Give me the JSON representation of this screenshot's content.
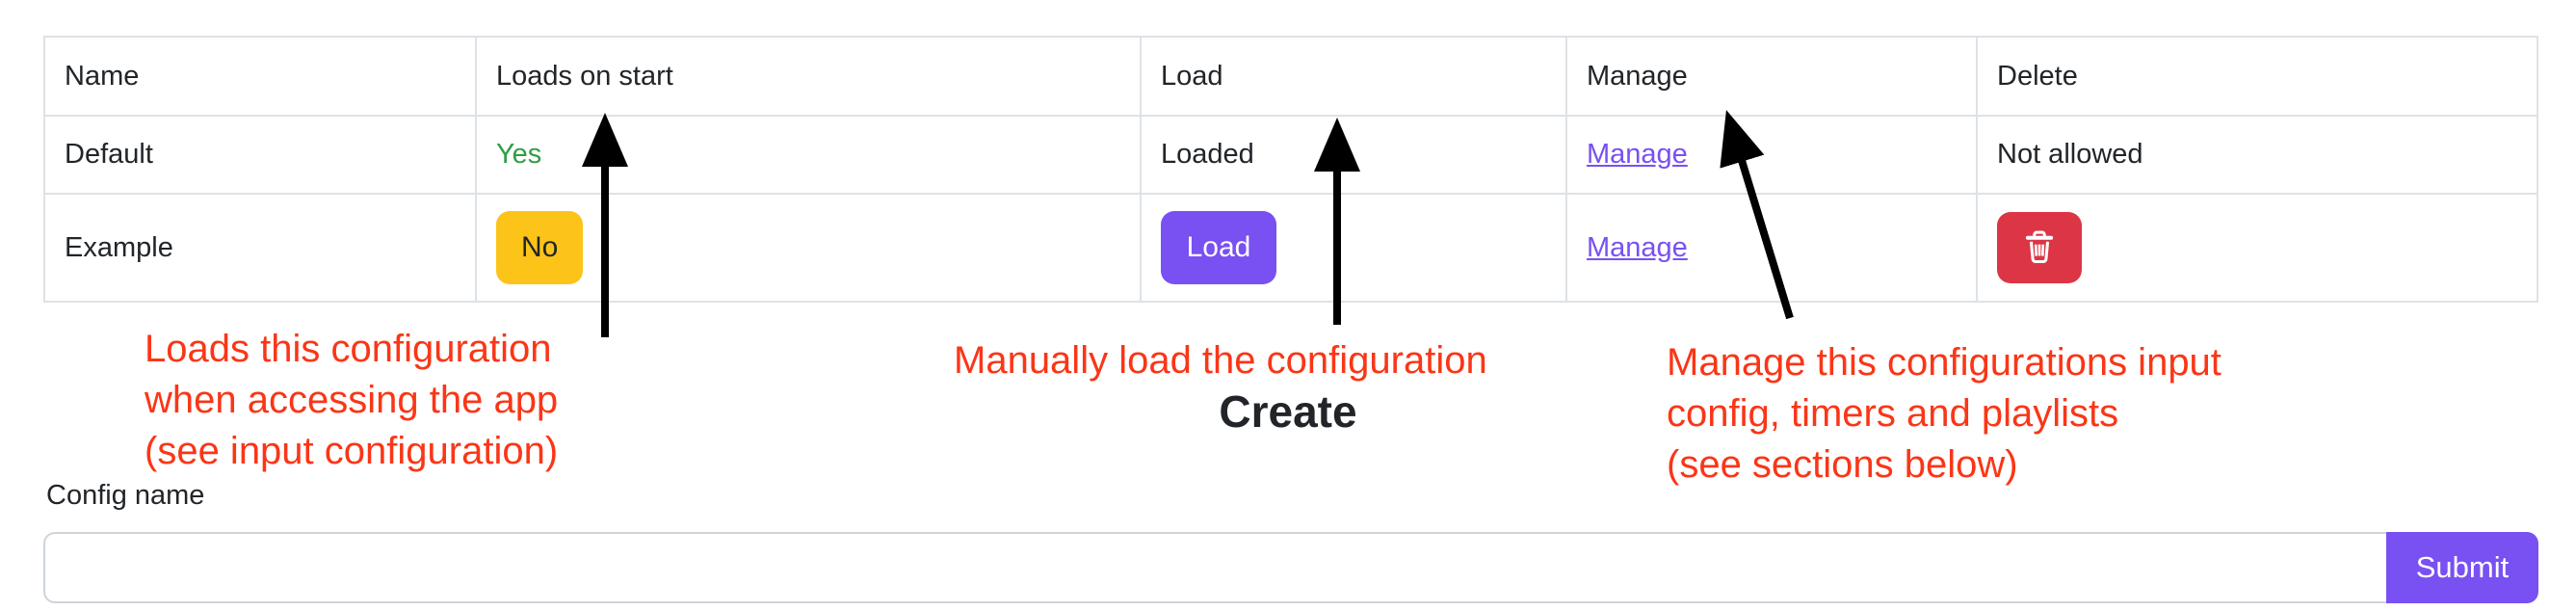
{
  "table": {
    "headers": [
      "Name",
      "Loads on start",
      "Load",
      "Manage",
      "Delete"
    ],
    "rows": [
      {
        "name": "Default",
        "loads_on_start": "Yes",
        "load_status": "Loaded",
        "manage_label": "Manage",
        "delete_text": "Not allowed"
      },
      {
        "name": "Example",
        "loads_on_start": "No",
        "load_button_label": "Load",
        "manage_label": "Manage",
        "delete_icon": "trash-icon"
      }
    ]
  },
  "annotations": {
    "loads_on_start_note": {
      "lines": [
        "Loads this configuration",
        "when accessing the app",
        "(see input configuration)"
      ]
    },
    "load_note": {
      "lines": [
        "Manually load the configuration"
      ]
    },
    "manage_note": {
      "lines": [
        "Manage this configurations input",
        "config, timers and playlists",
        "(see sections below)"
      ]
    }
  },
  "create_section": {
    "heading": "Create",
    "config_name_label": "Config name",
    "config_name_value": "",
    "submit_label": "Submit"
  },
  "colors": {
    "green_yes": "#2f9e44",
    "yellow_badge": "#fcc419",
    "violet_accent": "#7950f2",
    "red_delete": "#dc3545",
    "annotation_red": "#fa3617",
    "table_border": "#dee2e6",
    "text_dark": "#212529"
  }
}
